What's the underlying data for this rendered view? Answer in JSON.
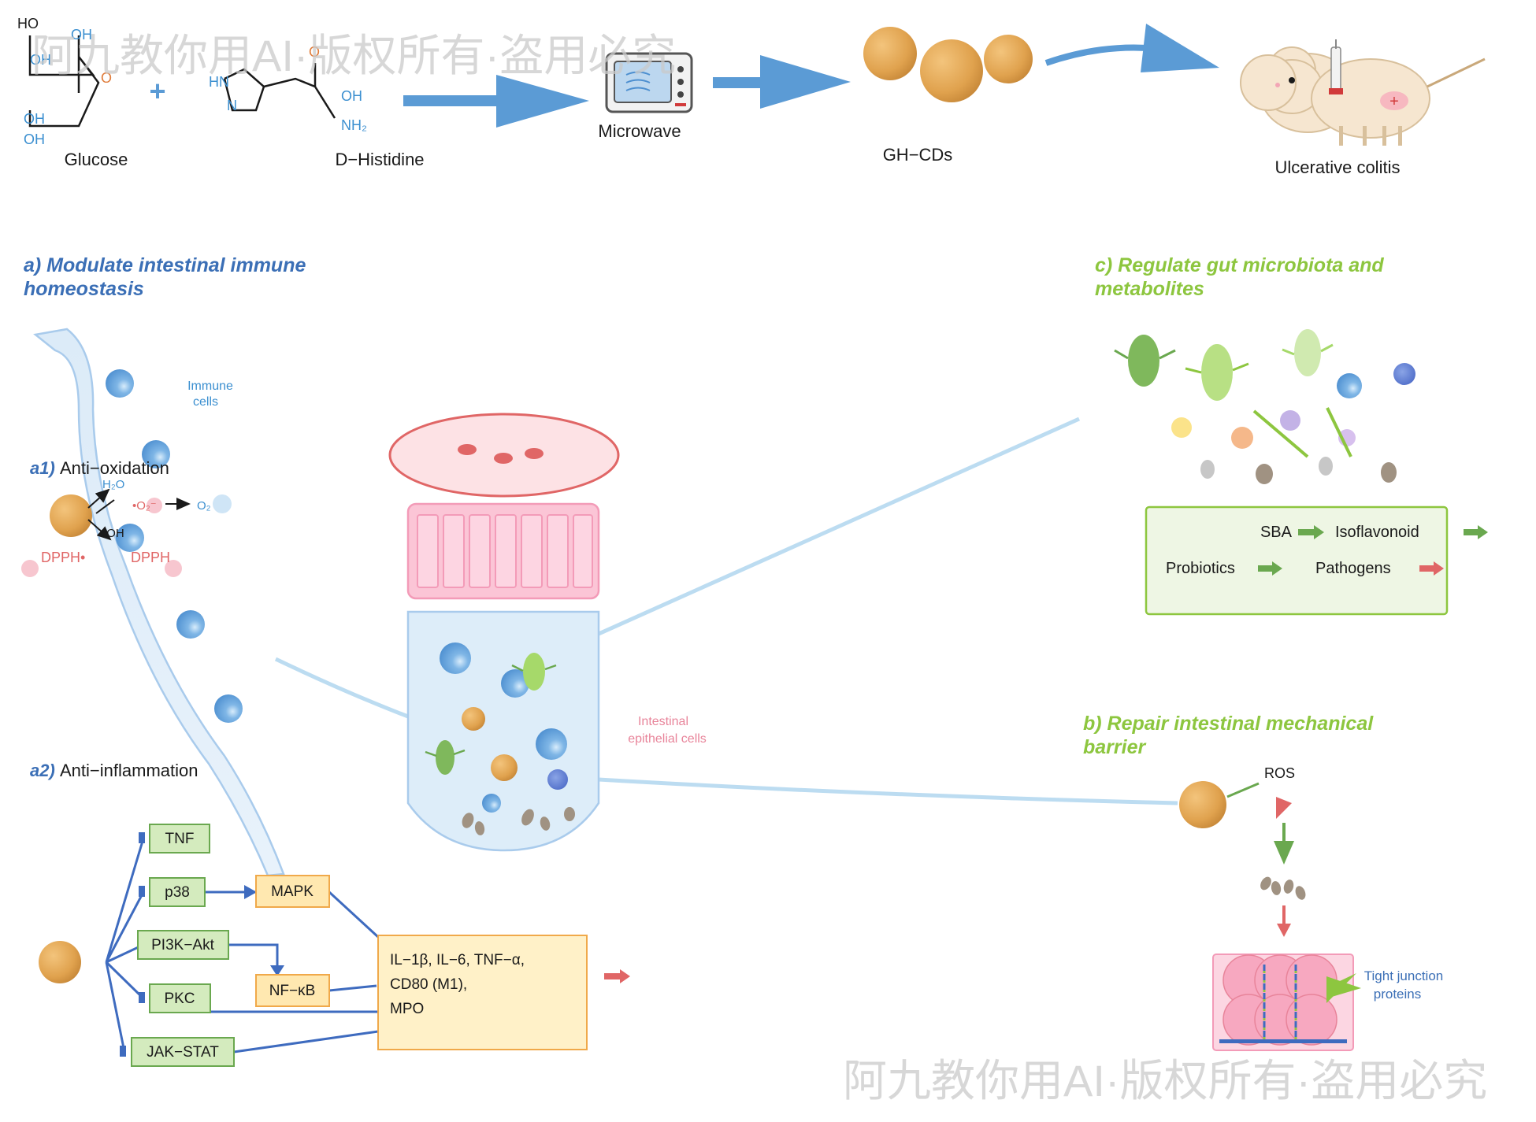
{
  "synthesis": {
    "glucose_label": "Glucose",
    "histidine_label": "D−Histidine",
    "microwave_label": "Microwave",
    "product_label": "GH−CDs",
    "disease_label": "Ulcerative colitis",
    "glucose_groups": [
      "HO",
      "OH",
      "OH",
      "O",
      "OH",
      "OH"
    ],
    "histidine_groups": [
      "HN",
      "N",
      "O",
      "OH",
      "NH₂"
    ]
  },
  "section_a": {
    "title_line1": "a) Modulate intestinal immune",
    "title_line2": "homeostasis",
    "immune_line1": "Immune",
    "immune_line2": "cells",
    "a1_prefix": "a1)",
    "a1_title": "Anti−oxidation",
    "species": {
      "h2o": "H₂O",
      "o2_radical": "•O₂⁻",
      "o2": "O₂",
      "oh": "•OH",
      "dpph_radical": "DPPH•",
      "dpph": "DPPH"
    },
    "a2_prefix": "a2)",
    "a2_title": "Anti−inflammation",
    "pathways": [
      "TNF",
      "p38",
      "PI3K−Akt",
      "PKC",
      "JAK−STAT"
    ],
    "mapk": "MAPK",
    "nfkb": "NF−κB",
    "cytokines_line1": "IL−1β, IL−6, TNF−α,",
    "cytokines_line2": "CD80 (M1),",
    "cytokines_line3": "MPO"
  },
  "center": {
    "iec_line1": "Intestinal",
    "iec_line2": "epithelial cells"
  },
  "section_c": {
    "title_line1": "c) Regulate gut microbiota and",
    "title_line2": "metabolites",
    "sba": "SBA",
    "isoflavonoid": "Isoflavonoid",
    "probiotics": "Probiotics",
    "pathogens": "Pathogens"
  },
  "section_b": {
    "title_line1": "b) Repair intestinal mechanical",
    "title_line2": "barrier",
    "ros": "ROS",
    "tj_line1": "Tight junction",
    "tj_line2": "proteins"
  },
  "watermark": {
    "top": "阿九教你用AI·版权所有·盗用必究",
    "bottom": "阿九教你用AI·版权所有·盗用必究"
  },
  "colors": {
    "arrow_blue": "#5b9bd5",
    "pathway_line": "#3e6bbf",
    "green_box": "#d4ebbe",
    "yellow_box": "#ffe8b0",
    "up_arrow": "#6aa84f",
    "down_arrow": "#e06666",
    "cd_orange": "#e0a24e"
  }
}
